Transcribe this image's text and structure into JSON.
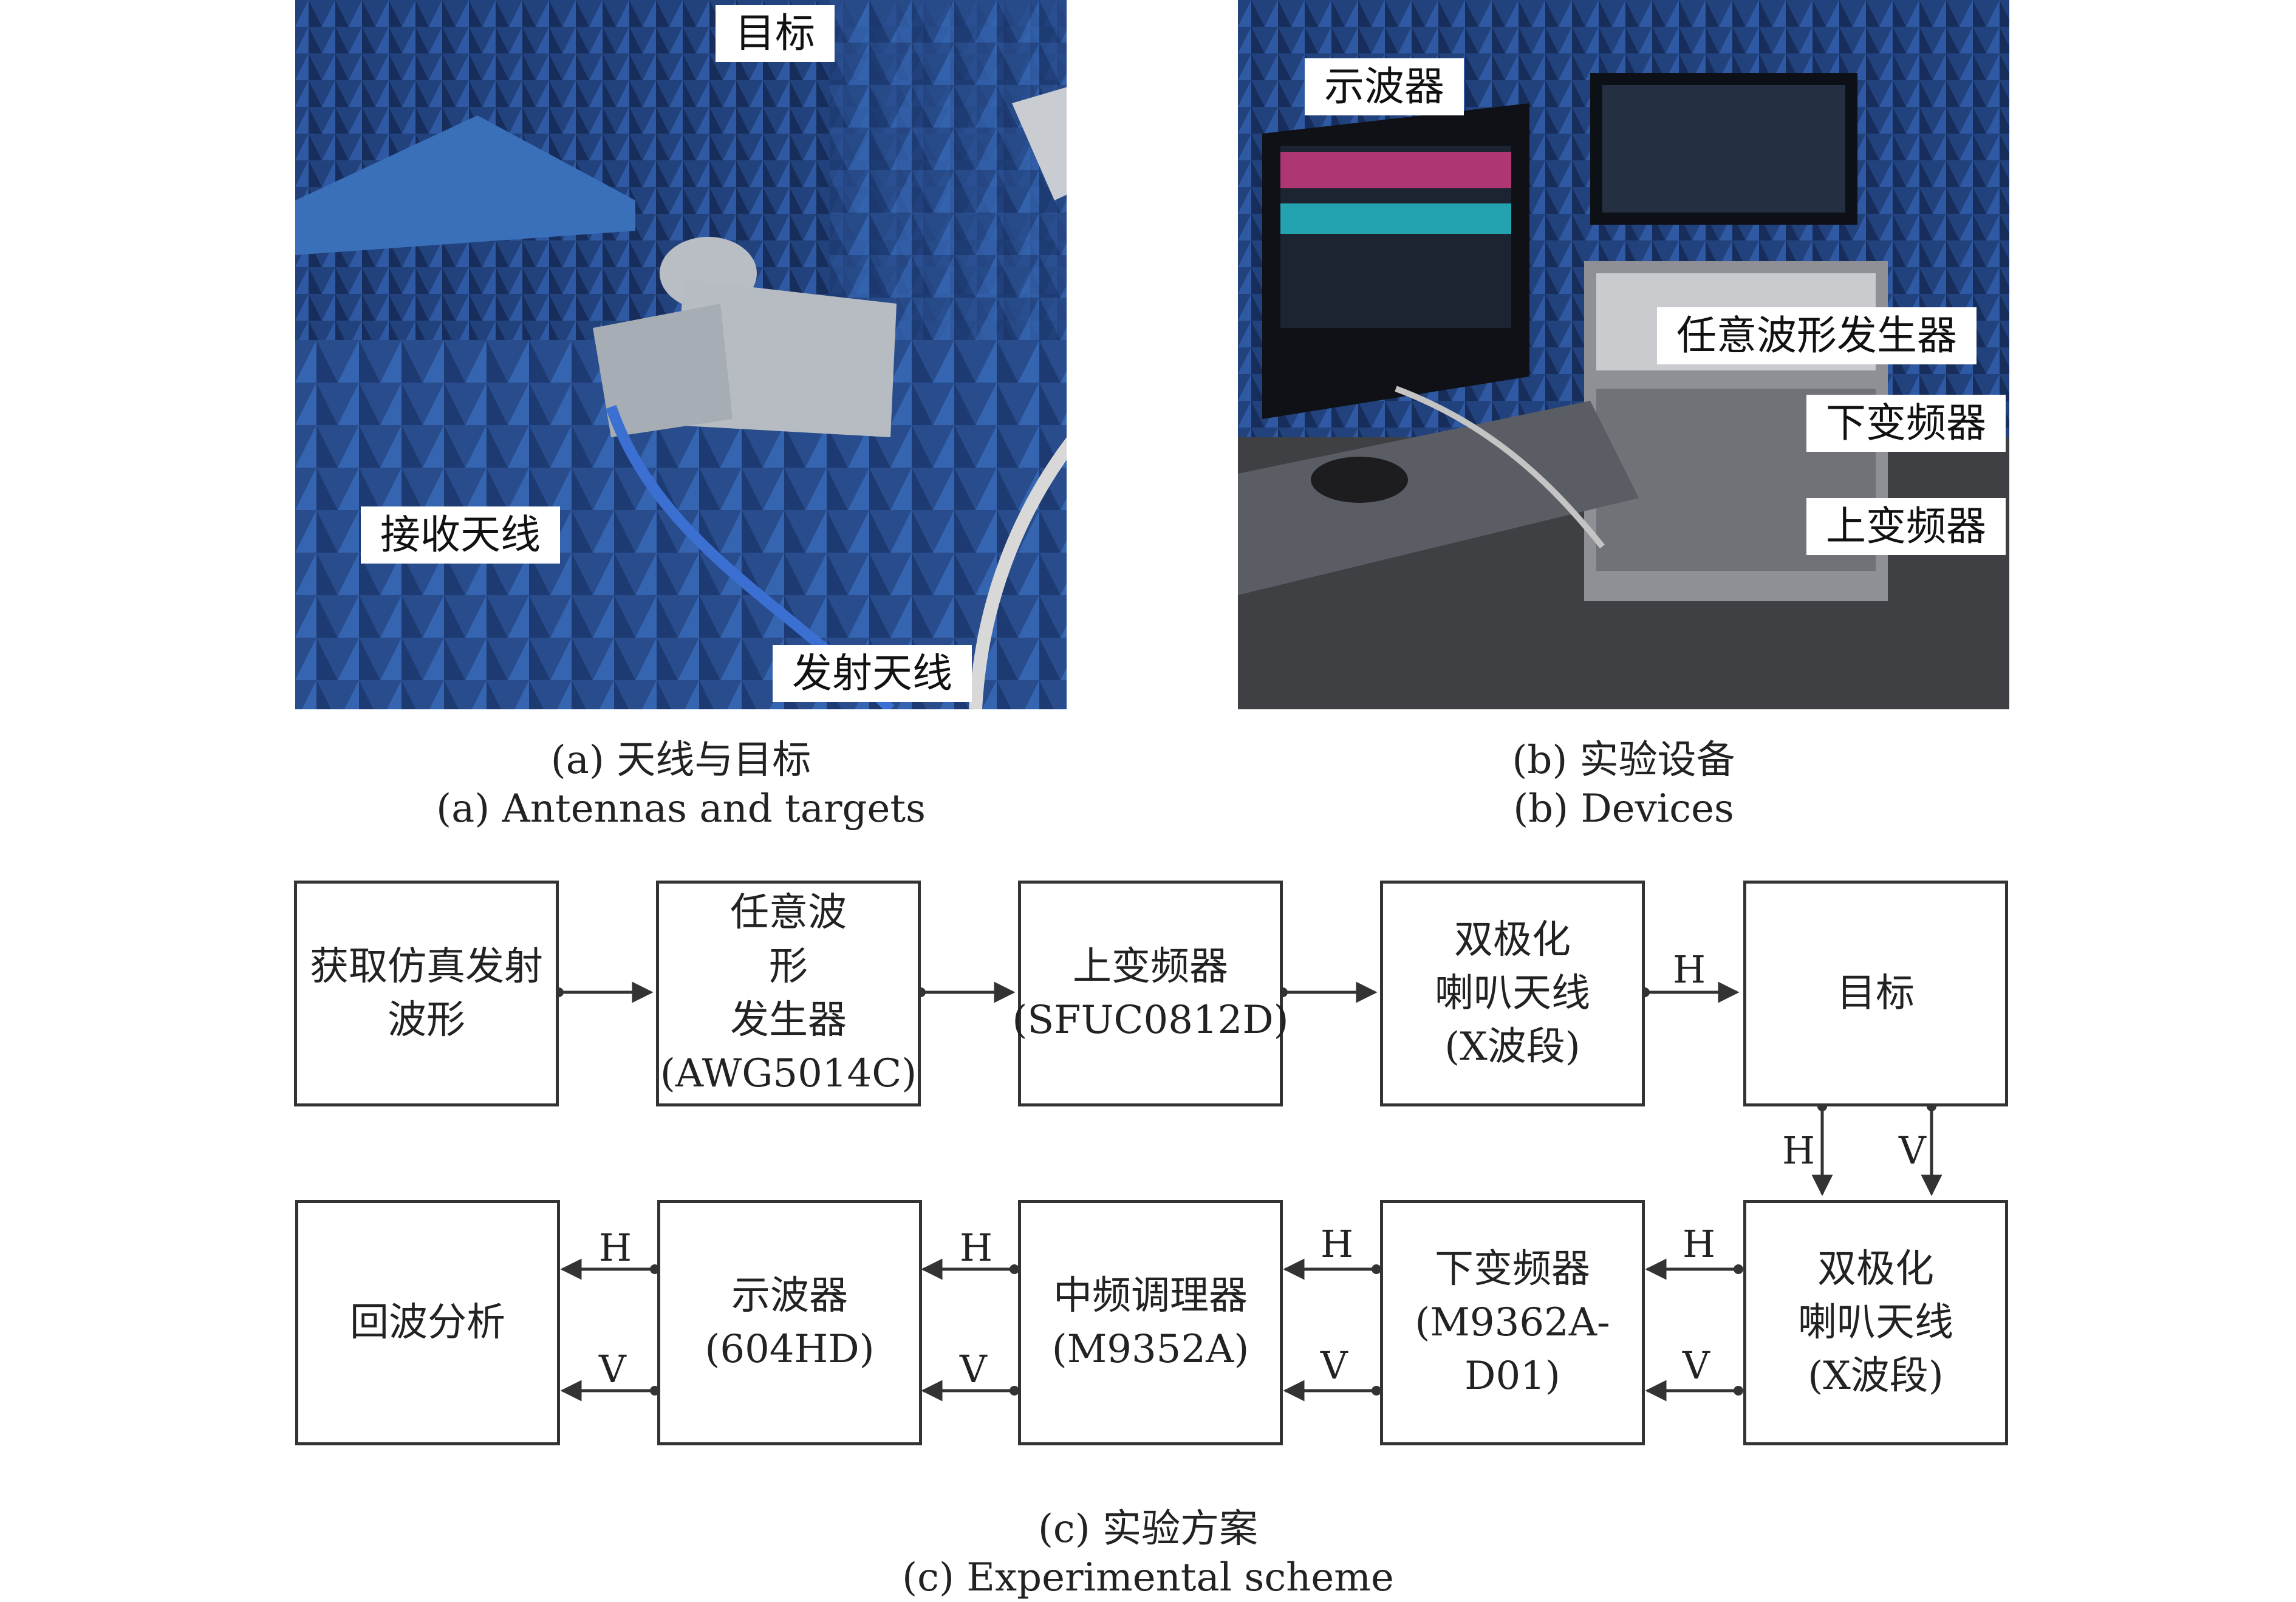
{
  "photo_a": {
    "labels": {
      "target": "目标",
      "rx_antenna": "接收天线",
      "tx_antenna": "发射天线"
    },
    "caption_cn": "(a) 天线与目标",
    "caption_en": "(a) Antennas and targets"
  },
  "photo_b": {
    "labels": {
      "oscilloscope": "示波器",
      "awg": "任意波形发生器",
      "downconverter": "下变频器",
      "upconverter": "上变频器"
    },
    "caption_cn": "(b) 实验设备",
    "caption_en": "(b) Devices"
  },
  "scheme": {
    "caption_cn": "(c) 实验方案",
    "caption_en": "(c) Experimental scheme",
    "top_row": [
      {
        "id": "acquire",
        "text": "获取仿真发射\n波形"
      },
      {
        "id": "awg",
        "text": "任意波\n形\n发生器\n(AWG5014C)"
      },
      {
        "id": "upconverter",
        "text": "上变频器\n(SFUC0812D)"
      },
      {
        "id": "tx-horn",
        "text": "双极化\n喇叭天线\n(X波段)"
      },
      {
        "id": "target",
        "text": "目标"
      }
    ],
    "bottom_row": [
      {
        "id": "echo-analysis",
        "text": "回波分析"
      },
      {
        "id": "oscilloscope",
        "text": "示波器\n(604HD)"
      },
      {
        "id": "if-conditioner",
        "text": "中频调理器\n(M9352A)"
      },
      {
        "id": "downconverter",
        "text": "下变频器\n(M9362A-D01)"
      },
      {
        "id": "rx-horn",
        "text": "双极化\n喇叭天线\n(X波段)"
      }
    ],
    "signal_labels": {
      "h": "H",
      "v": "V"
    }
  },
  "colors": {
    "line": "#333333",
    "absorber": "#2c4f8f",
    "absorber_dark": "#1a2f5e"
  }
}
